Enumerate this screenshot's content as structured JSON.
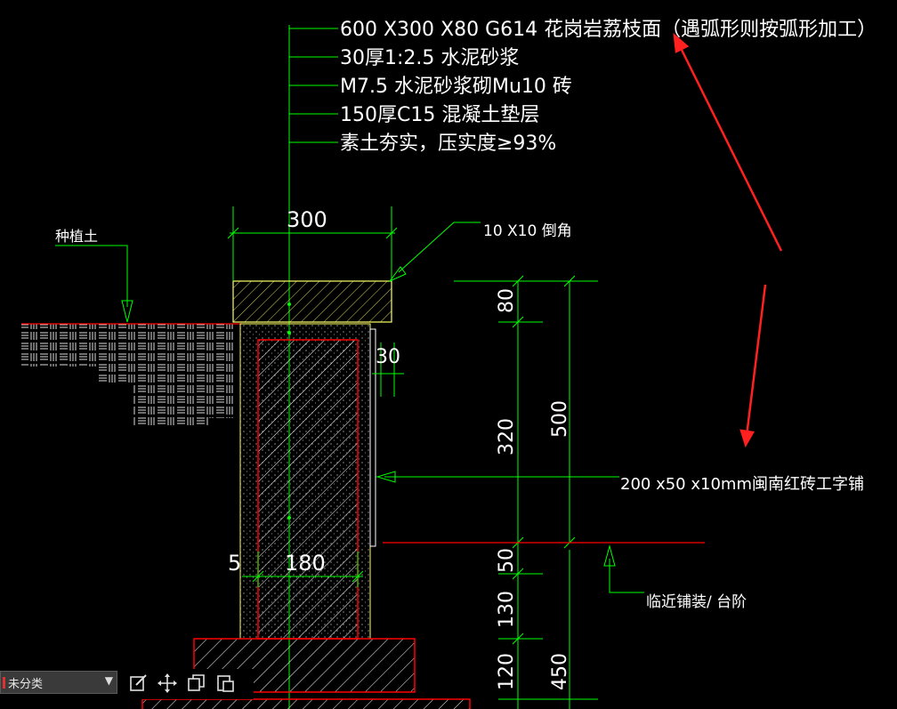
{
  "notes": {
    "layer1": "600 X300 X80  G614 花岗岩荔枝面（遇弧形则按弧形加工）",
    "layer2": "30厚1:2.5 水泥砂浆",
    "layer3": "M7.5 水泥砂浆砌Mu10 砖",
    "layer4": "150厚C15 混凝土垫层",
    "layer5": "素土夯实，压实度≥93%"
  },
  "labels": {
    "planting_soil": "种植土",
    "chamfer": "10 X10 倒角",
    "brick_face": "200 x50 x10mm闽南红砖工字铺",
    "adjacent_paving": "临近铺装/ 台阶"
  },
  "dimensions": {
    "cap_width": "300",
    "face_offset": "30",
    "h80": "80",
    "h320": "320",
    "h500": "500",
    "h50": "50",
    "h130": "130",
    "h120": "120",
    "h450": "450",
    "wall_width": "180",
    "left_gap": "5"
  },
  "toolbar": {
    "layer_name": "未分类",
    "icons": [
      "edit-icon",
      "move-icon",
      "copy-icon",
      "paste-icon"
    ]
  },
  "colors": {
    "dim_line": "#00ff00",
    "outline_red": "#ff0000",
    "cap_yellow": "#ffff66",
    "annotation_arrow": "#ff2020",
    "text_white": "#ffffff"
  }
}
